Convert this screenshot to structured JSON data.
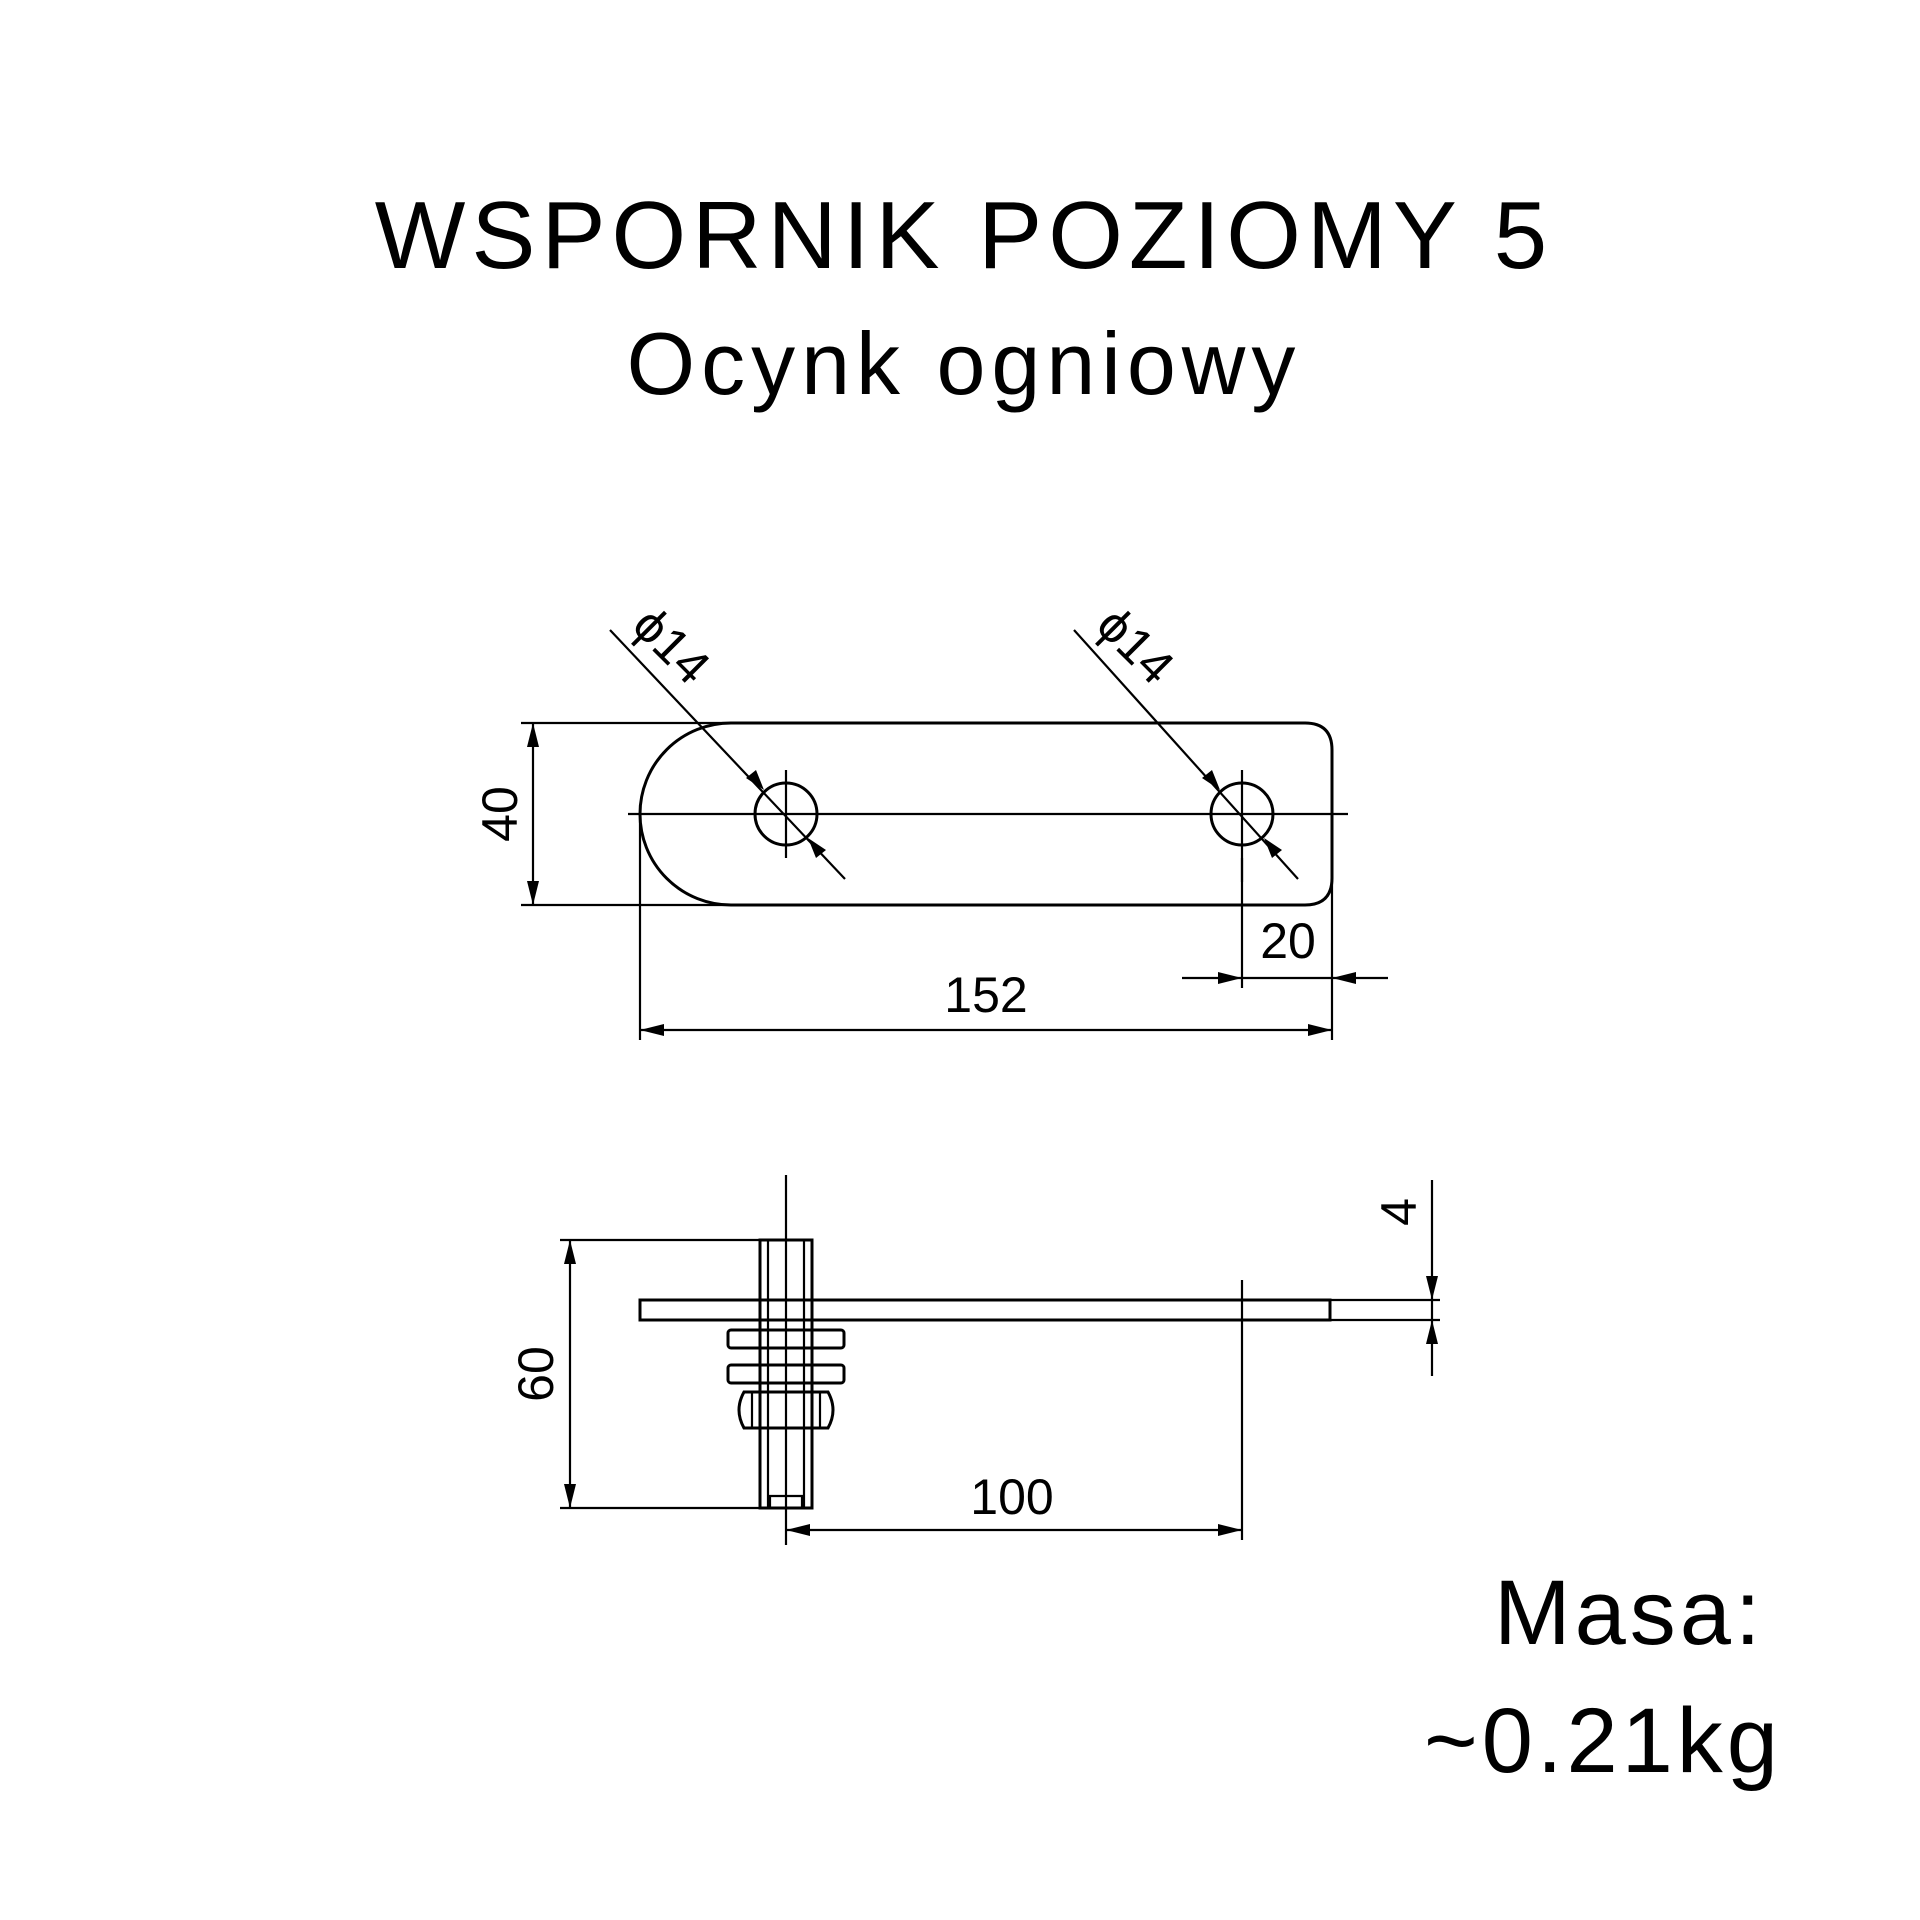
{
  "title": "WSPORNIK POZIOMY 5",
  "subtitle": "Ocynk ogniowy",
  "top_view": {
    "hole_left_label": "ϕ14",
    "hole_right_label": "ϕ14",
    "height_label": "40",
    "length_label": "152",
    "edge_offset_label": "20"
  },
  "side_view": {
    "bolt_height_label": "60",
    "thickness_label": "4",
    "distance_label": "100"
  },
  "mass": {
    "label": "Masa:",
    "value": "~0.21kg"
  }
}
